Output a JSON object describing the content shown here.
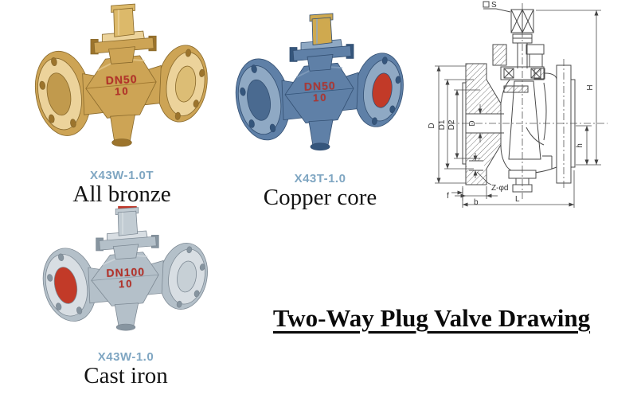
{
  "title": {
    "text": "Two-Way Plug Valve Drawing"
  },
  "products": [
    {
      "model": "X43W-1.0T",
      "caption": "All bronze",
      "marking": [
        "DN50",
        "10"
      ]
    },
    {
      "model": "X43T-1.0",
      "caption": "Copper core",
      "marking": [
        "DN50",
        "10"
      ]
    },
    {
      "model": "X43W-1.0",
      "caption": "Cast iron",
      "marking": [
        "DN100",
        "10"
      ]
    }
  ],
  "drawing": {
    "labels": {
      "S": "S",
      "H": "H",
      "D": "D",
      "D1": "D1",
      "D2": "D2",
      "D_bore": "D",
      "h": "h",
      "Z_d": "Z-φd",
      "f": "f",
      "b": "b",
      "L": "L"
    }
  },
  "colors": {
    "model_text": "#7fa6c2",
    "caption_text": "#141414",
    "marking_red": "#b3322a",
    "drawing_line": "#4a4a4a"
  }
}
